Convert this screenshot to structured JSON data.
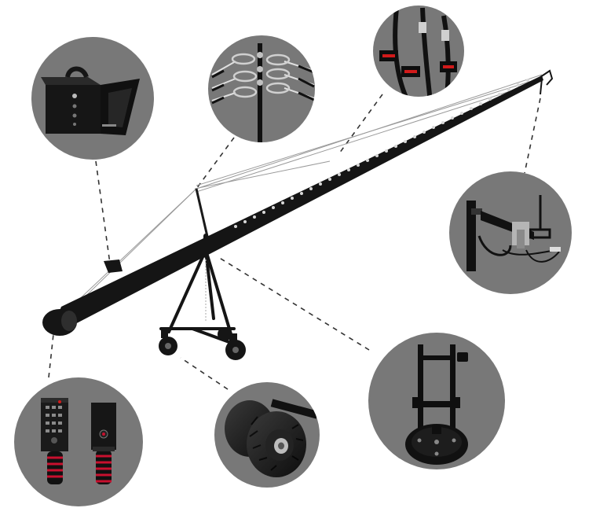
{
  "colors": {
    "background": "#ffffff",
    "circle_fill": "#787878",
    "crane_black": "#151515",
    "metal": "#c9c9c9",
    "cable": "#9a9a9a",
    "grip_red": "#c8102e",
    "label_red": "#d11a1a",
    "leader_dash": "#333333"
  },
  "callouts": [
    {
      "name": "monitor-box-callout",
      "subject": "monitor-hood-icon"
    },
    {
      "name": "cable-pulley-callout",
      "subject": "cable-pulley-icon"
    },
    {
      "name": "cable-labels-callout",
      "subject": "cable-labels-icon"
    },
    {
      "name": "camera-mount-callout",
      "subject": "pan-tilt-head-icon"
    },
    {
      "name": "pan-bracket-callout",
      "subject": "bracket-base-icon"
    },
    {
      "name": "wheel-callout",
      "subject": "wheel-icon"
    },
    {
      "name": "remote-control-callout",
      "subject": "remote-control-icon"
    }
  ]
}
